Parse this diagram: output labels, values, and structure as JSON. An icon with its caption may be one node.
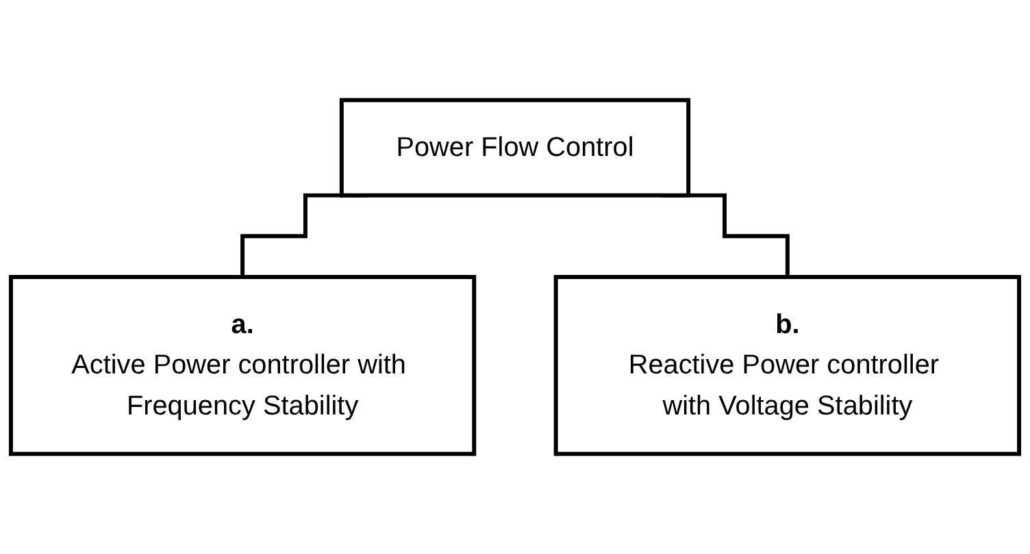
{
  "diagram": {
    "nodes": [
      {
        "text": [
          "Power Flow Control"
        ]
      },
      {
        "text": [
          "a.",
          "Active Power controller with Frequency Stability"
        ]
      },
      {
        "text": [
          "b.",
          "Reactive Power controller with Voltage Stability"
        ]
      }
    ],
    "edges": [
      {
        "from": 0,
        "to": 1,
        "arrow": "none"
      },
      {
        "from": 0,
        "to": 2,
        "arrow": "none"
      }
    ]
  }
}
